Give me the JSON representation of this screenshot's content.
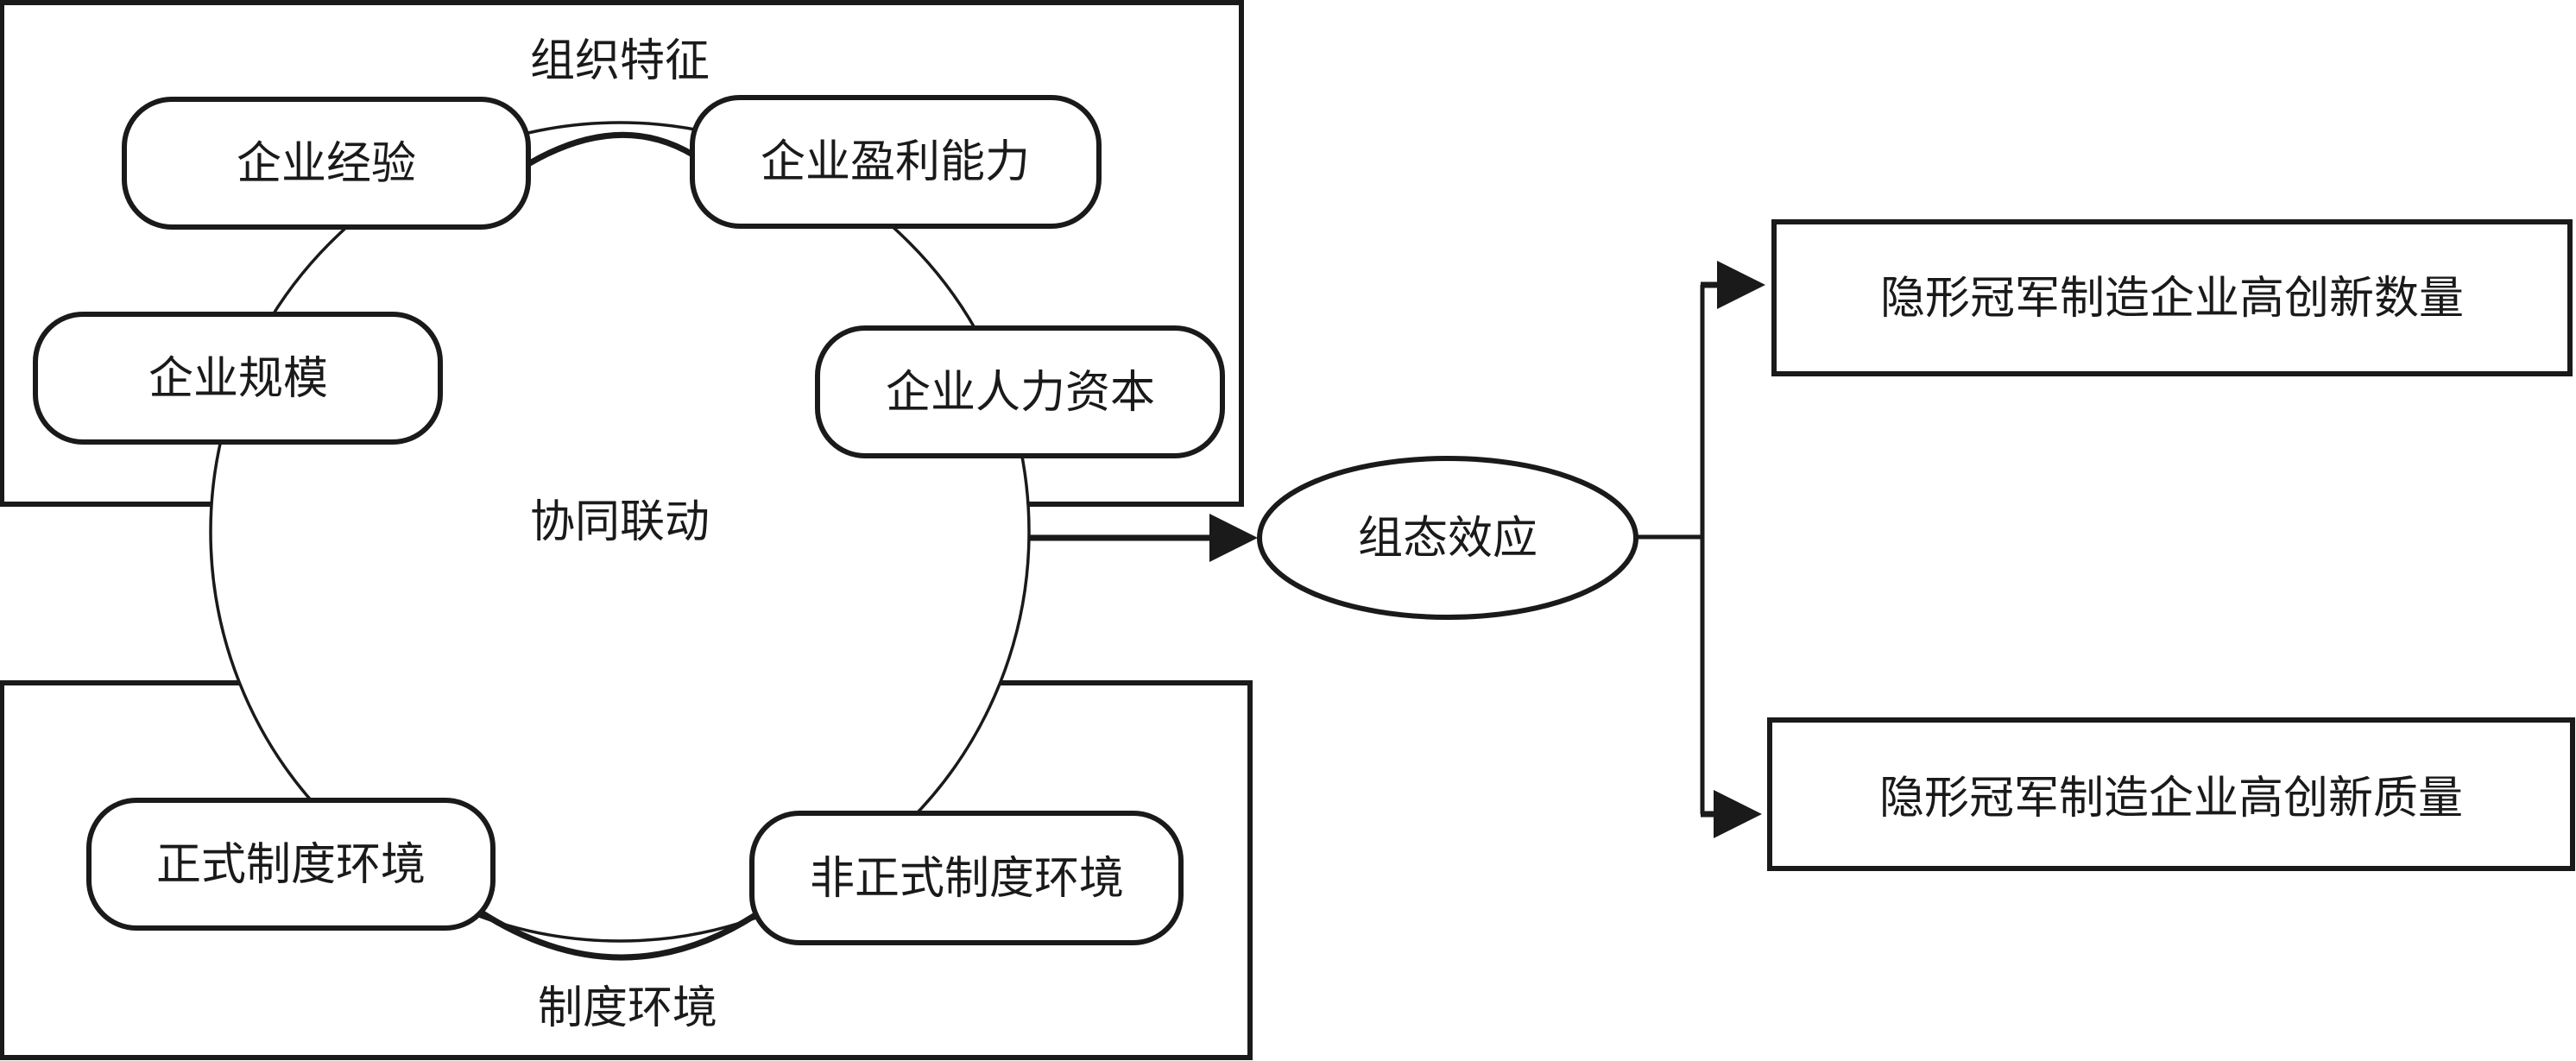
{
  "groups": {
    "organizational": {
      "title": "组织特征"
    },
    "institutional": {
      "title": "制度环境"
    }
  },
  "center": {
    "label": "协同联动"
  },
  "conditions": {
    "experience": "企业经验",
    "profitability": "企业盈利能力",
    "scale": "企业规模",
    "human_capital": "企业人力资本",
    "formal_institution": "正式制度环境",
    "informal_institution": "非正式制度环境"
  },
  "effect": {
    "label": "组态效应"
  },
  "outcomes": {
    "quantity": "隐形冠军制造企业高创新数量",
    "quality": "隐形冠军制造企业高创新质量"
  },
  "colors": {
    "stroke": "#1a1a1a",
    "background": "#ffffff"
  }
}
